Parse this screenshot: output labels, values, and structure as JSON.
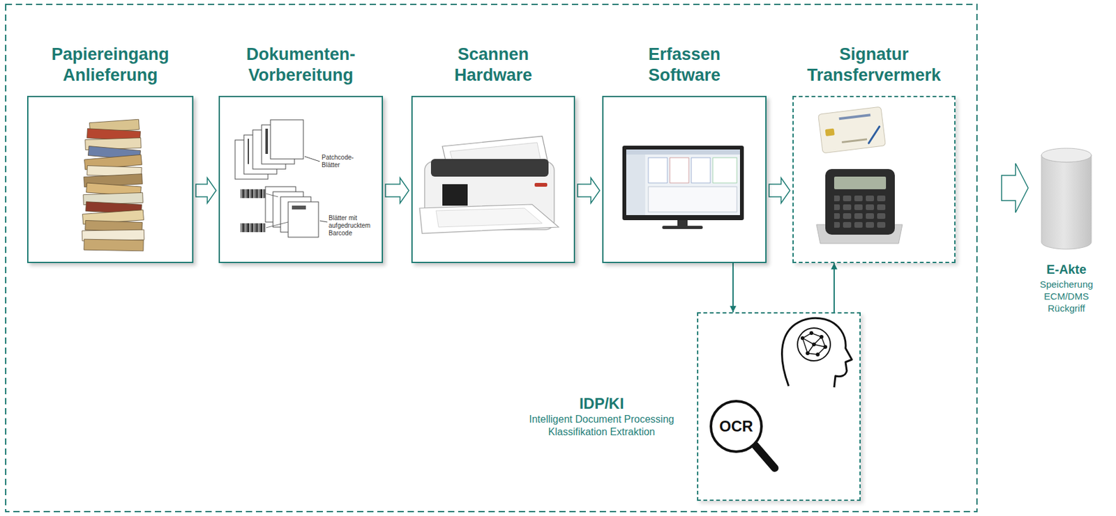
{
  "diagram": {
    "nodes": [
      {
        "text": [
          "Papiereingang Anlieferung"
        ]
      },
      {
        "text": [
          "Dokumenten- Vorbereitung"
        ]
      },
      {
        "text": [
          "Scannen Hardware"
        ]
      },
      {
        "text": [
          "Erfassen Software"
        ]
      },
      {
        "text": [
          "Signatur Transfervermerk"
        ]
      },
      {
        "text": [
          "IDP/KI",
          "Intelligent Document Processing Klassifikation Extraktion"
        ]
      },
      {
        "text": [
          "E-Akte",
          "Speicherung ECM/DMS Rückgriff"
        ]
      }
    ],
    "edges": [
      {
        "from": 0,
        "to": 1,
        "arrow": "to"
      },
      {
        "from": 1,
        "to": 2,
        "arrow": "to"
      },
      {
        "from": 2,
        "to": 3,
        "arrow": "to"
      },
      {
        "from": 3,
        "to": 4,
        "arrow": "to"
      },
      {
        "from": 4,
        "to": 6,
        "arrow": "to"
      },
      {
        "from": 3,
        "to": 5,
        "arrow": "to"
      },
      {
        "from": 5,
        "to": 4,
        "arrow": "to"
      }
    ],
    "labels": [
      "Patchcode- Blätter",
      "Blätter mit aufgedrucktem Barcode",
      "OCR"
    ]
  }
}
